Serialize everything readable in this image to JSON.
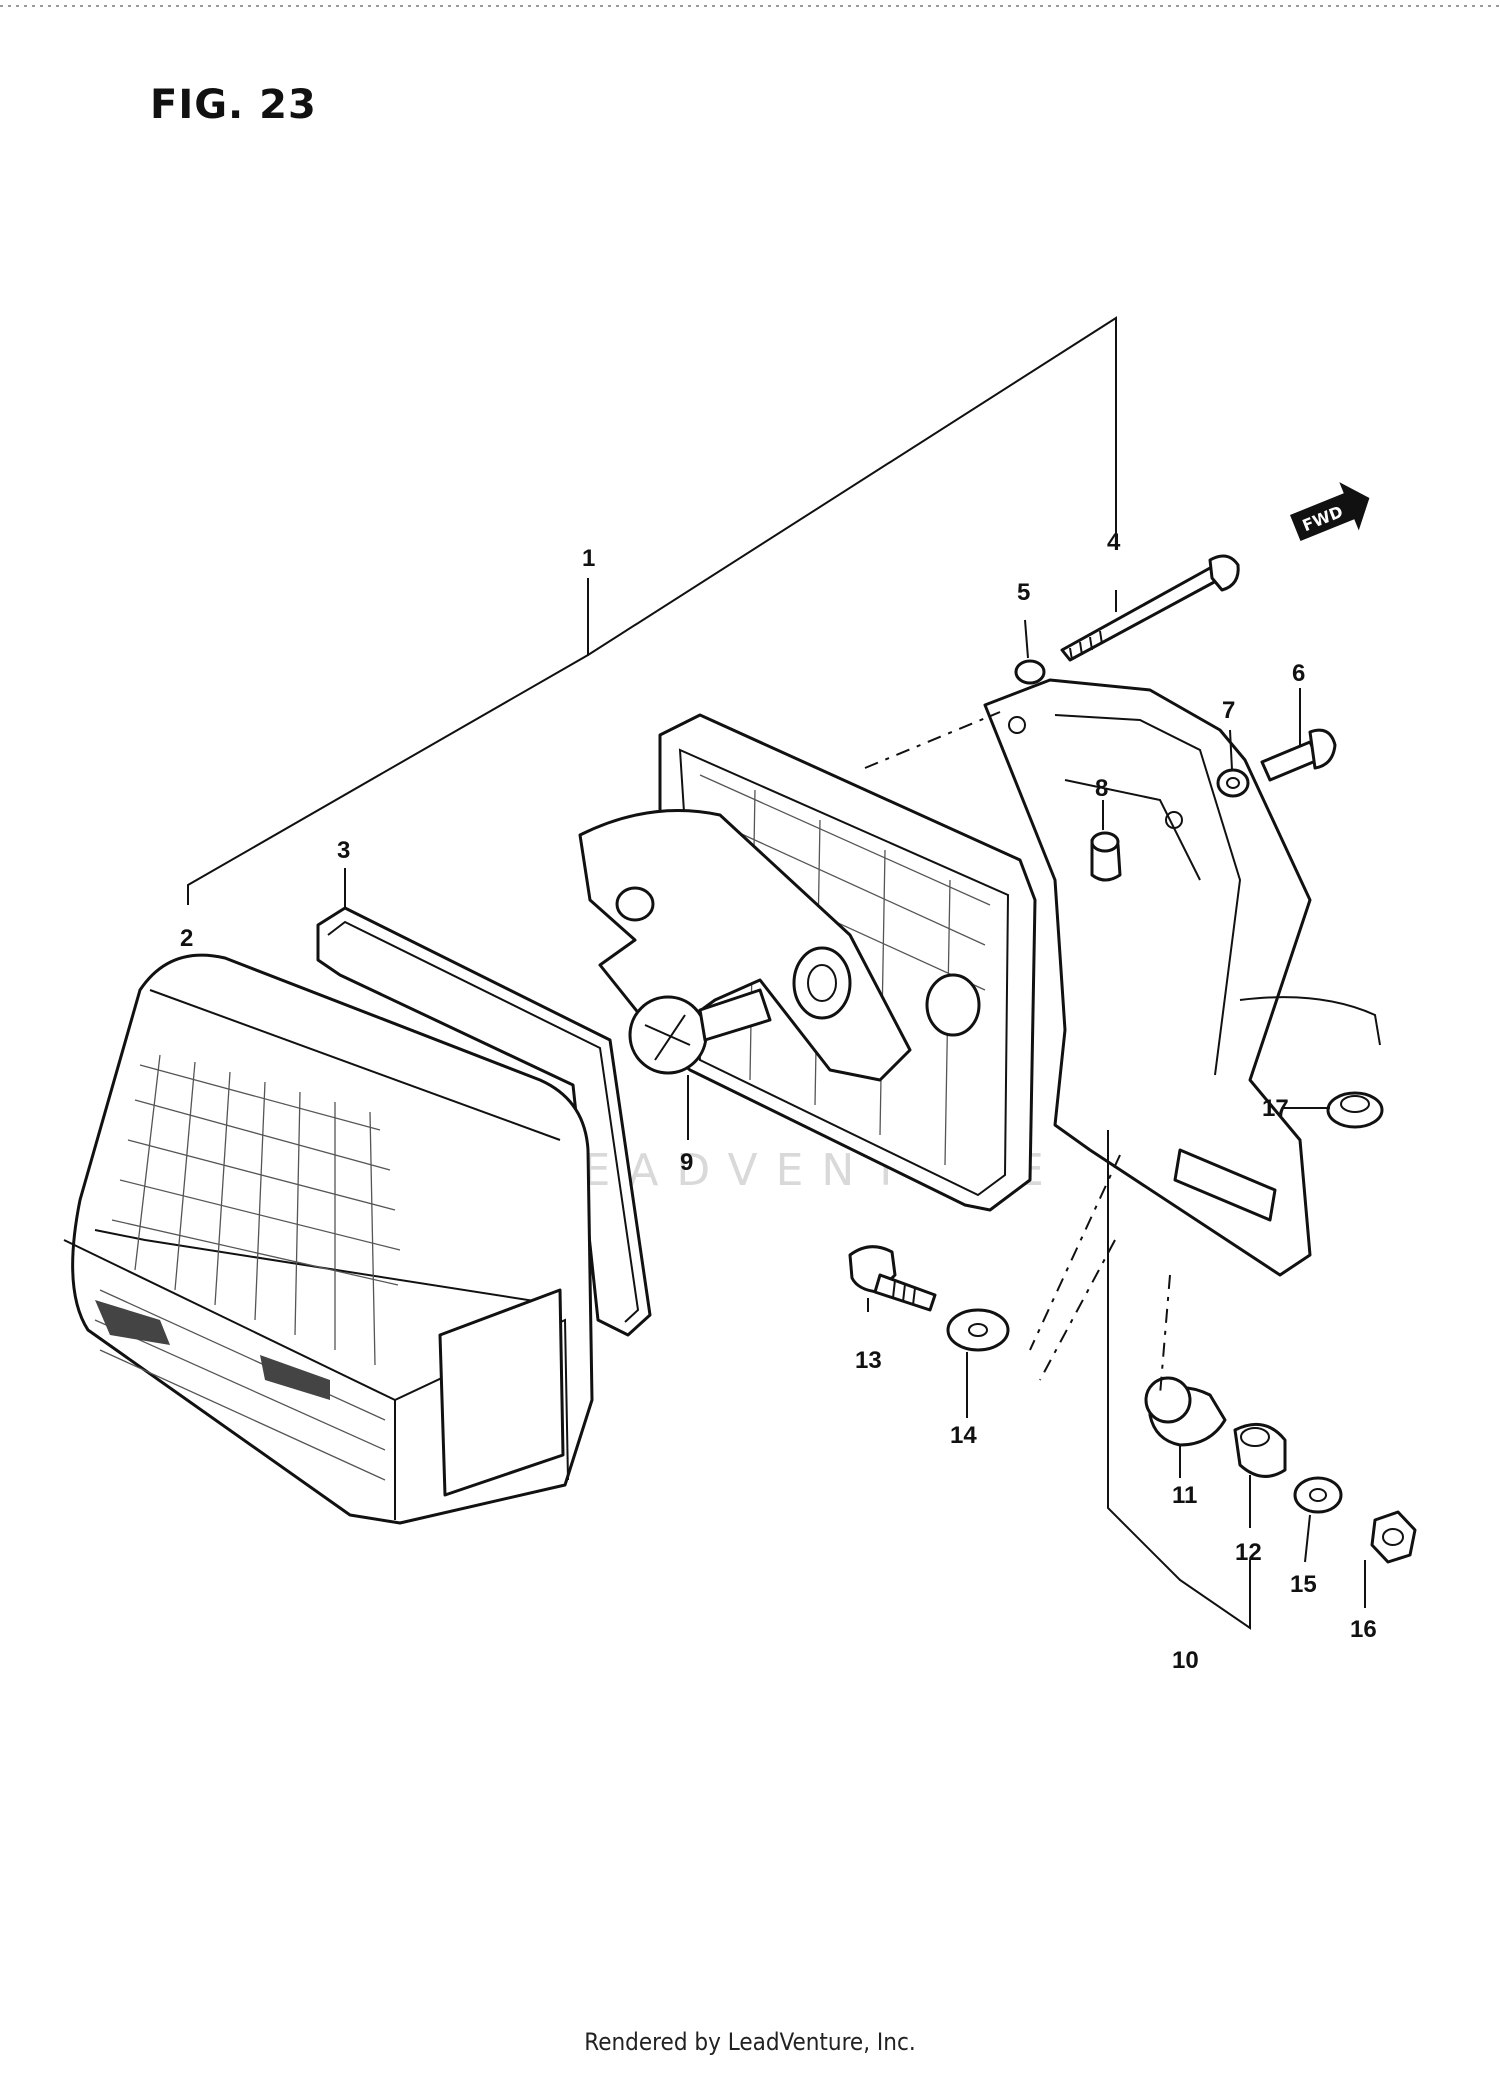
{
  "figure": {
    "title": "FIG. 23"
  },
  "watermark": {
    "text": "LEADVENTURE"
  },
  "direction_tag": "FWD",
  "callouts": [
    "1",
    "2",
    "3",
    "4",
    "5",
    "6",
    "7",
    "8",
    "9",
    "10",
    "11",
    "12",
    "13",
    "14",
    "15",
    "16",
    "17"
  ],
  "footer": "Rendered by LeadVenture, Inc."
}
